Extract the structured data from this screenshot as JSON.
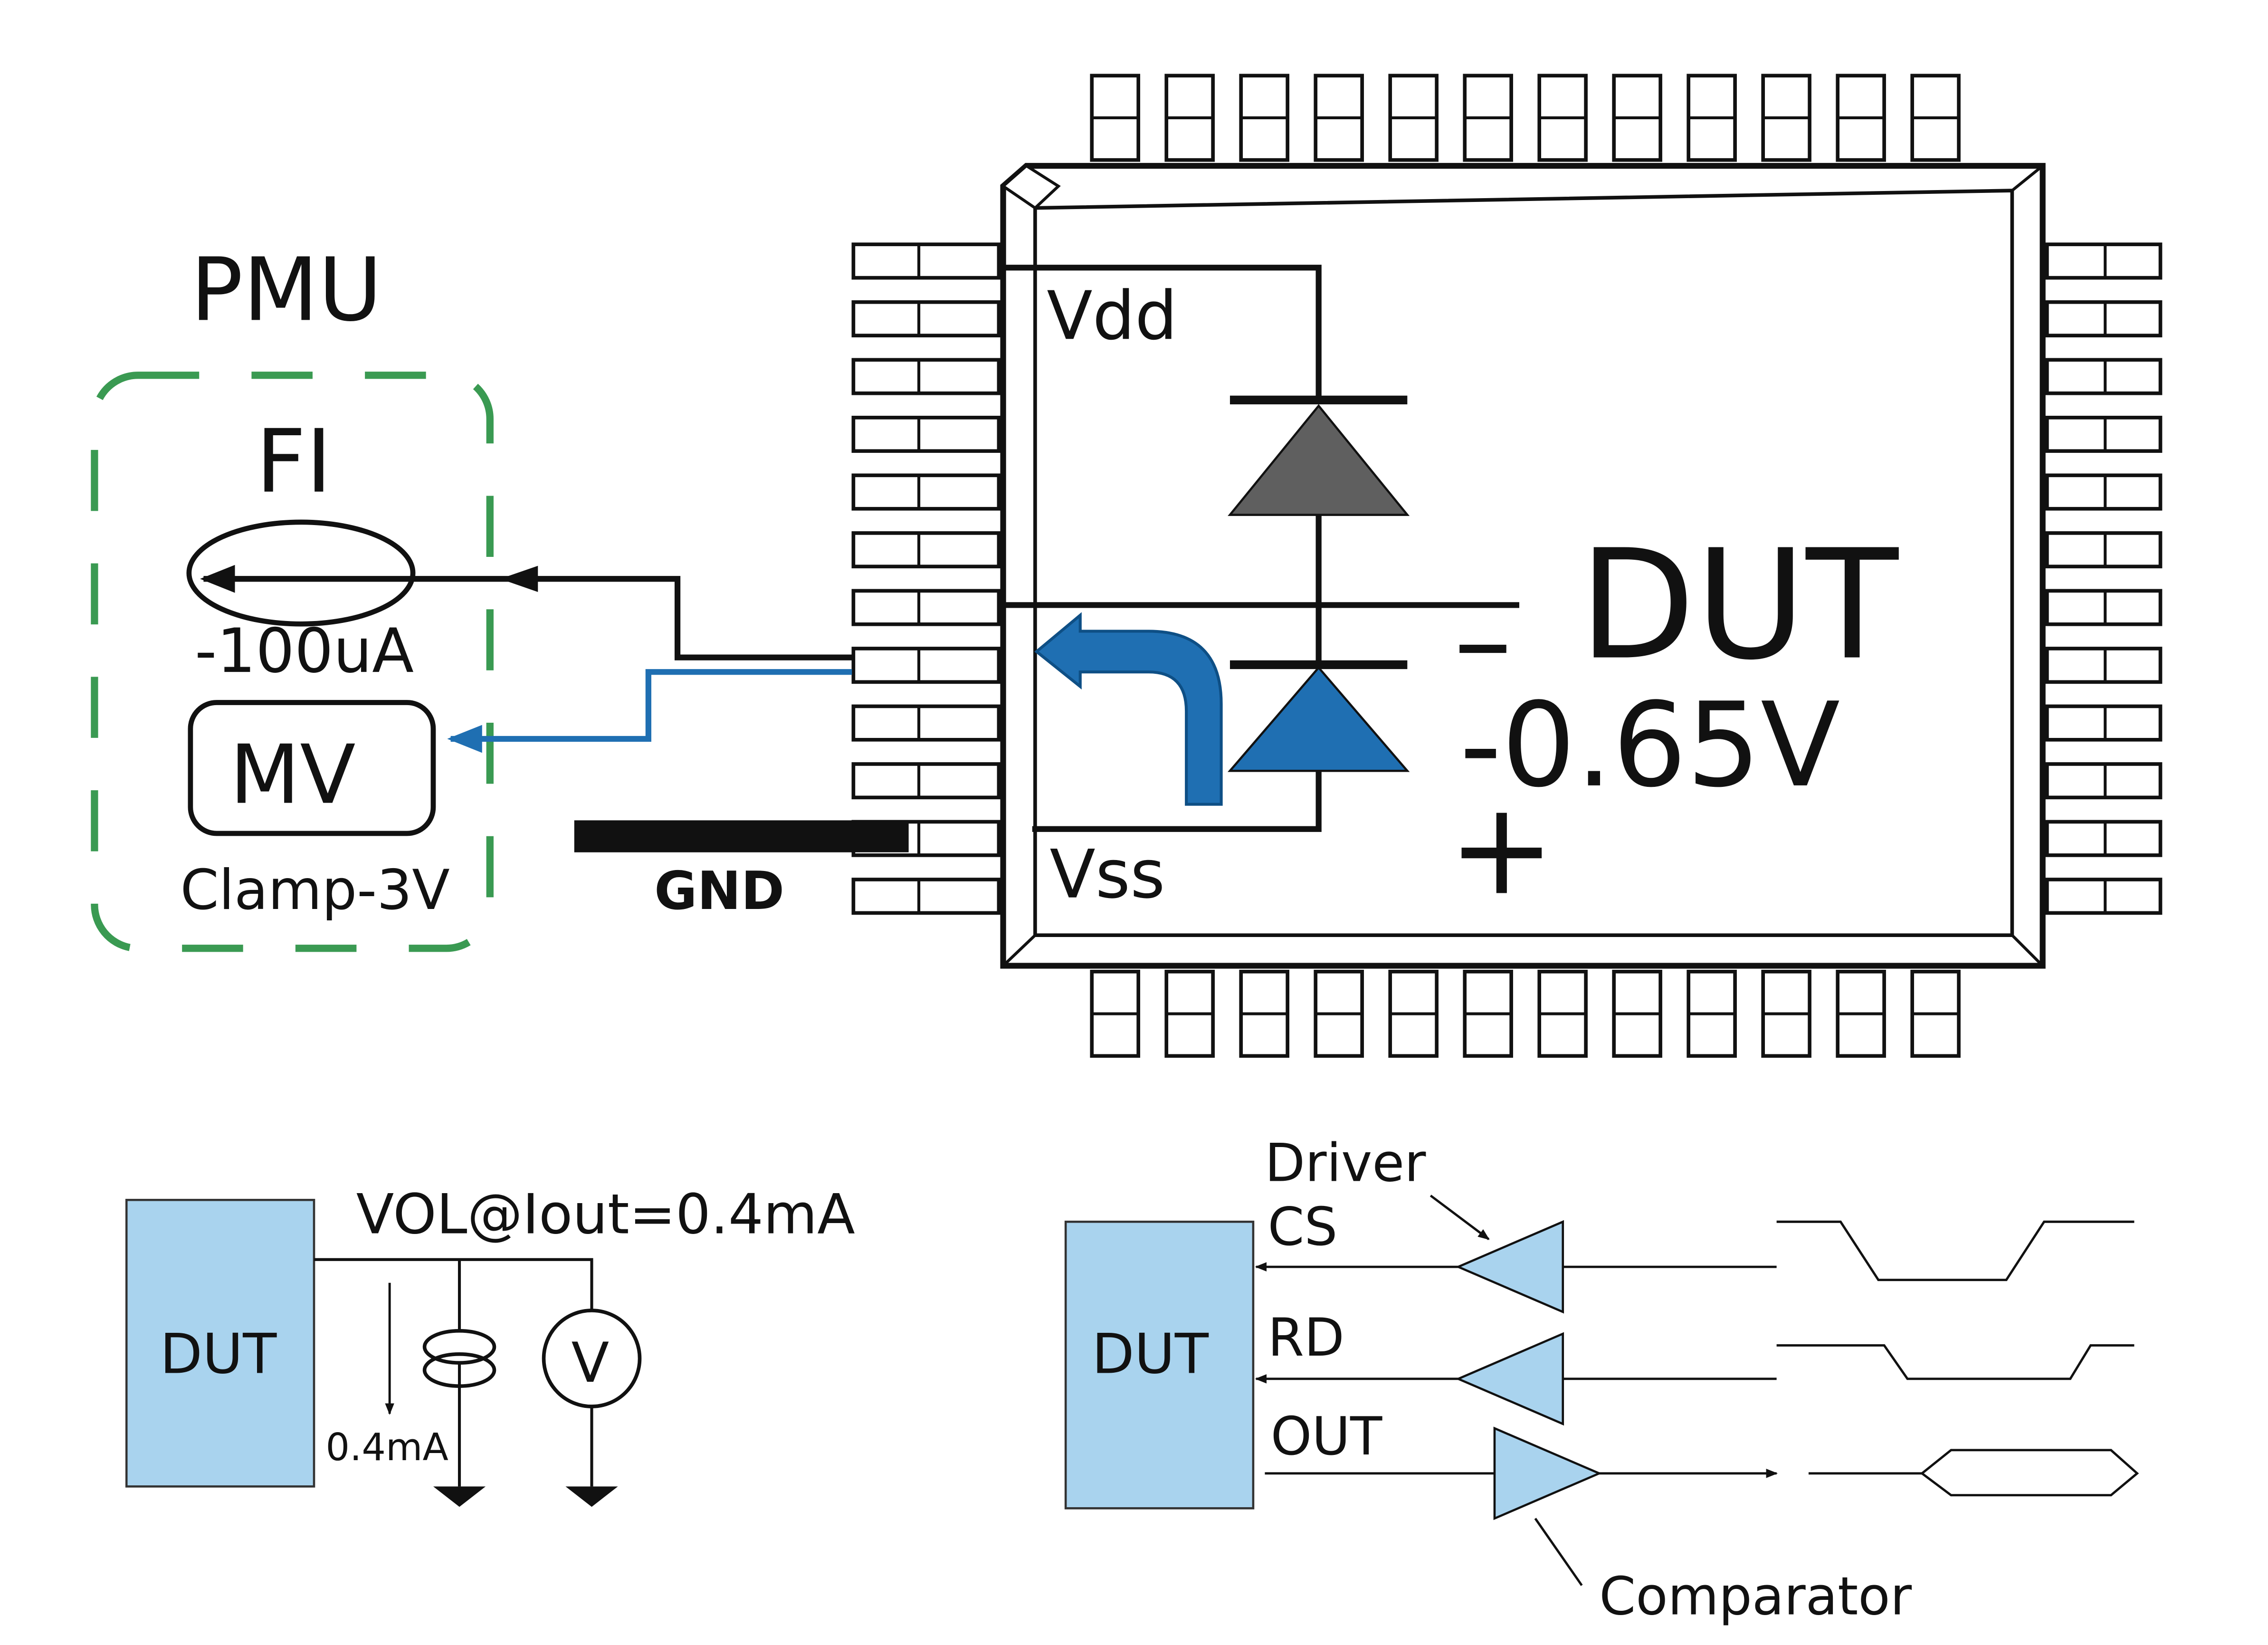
{
  "pmu": {
    "title": "PMU",
    "fi_label": "FI",
    "current_label": "-100uA",
    "mv_label": "MV",
    "clamp_label": "Clamp-3V"
  },
  "chip": {
    "vdd_label": "Vdd",
    "vss_label": "Vss",
    "dut_label": "DUT",
    "voltage_label": "-0.65V",
    "minus_sign": "–",
    "plus_sign": "+"
  },
  "gnd_label": "GND",
  "vol_diagram": {
    "dut_label": "DUT",
    "title": "VOL@Iout=0.4mA",
    "current_label": "0.4mA",
    "meter_label": "V"
  },
  "driver_diagram": {
    "dut_label": "DUT",
    "driver_label": "Driver",
    "cs_label": "CS",
    "rd_label": "RD",
    "out_label": "OUT",
    "comparator_label": "Comparator"
  },
  "colors": {
    "pmu_border": "#3a9a52",
    "sense_wire": "#1f6fb2",
    "diode_top": "#5f5f5f",
    "diode_bottom": "#1f6fb2",
    "box_fill": "#a9d3ee",
    "wire": "#111111"
  }
}
